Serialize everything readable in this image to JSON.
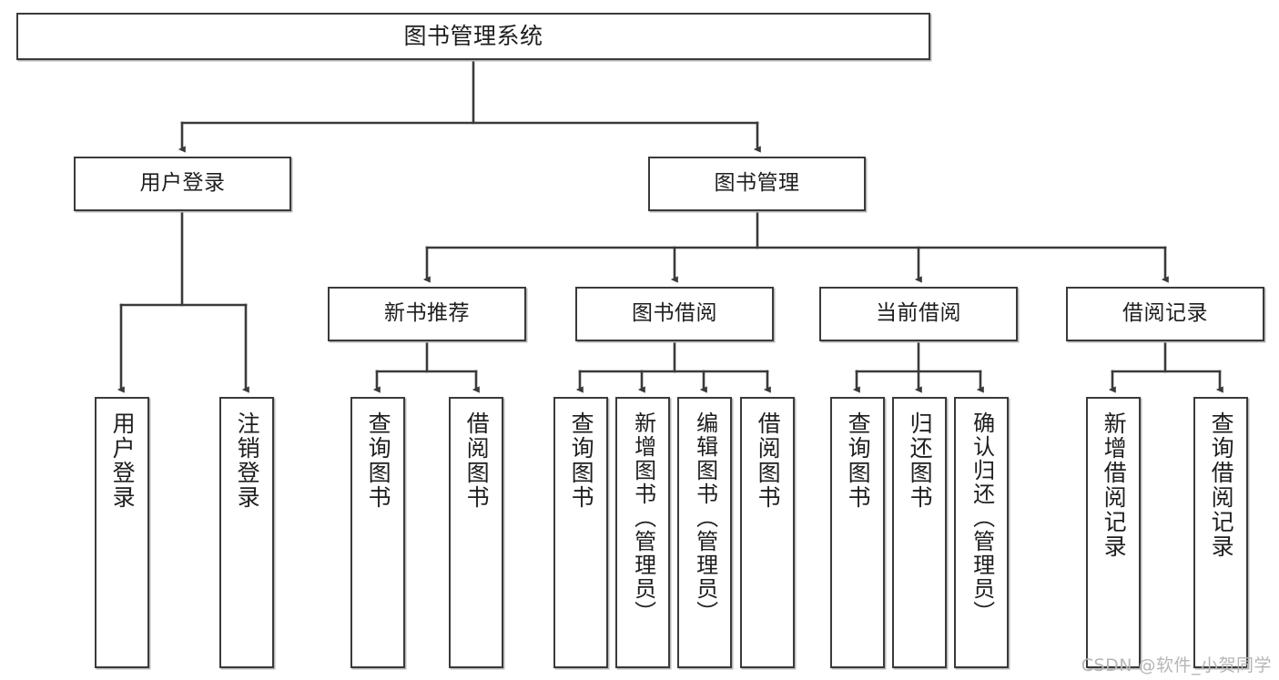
{
  "diagram": {
    "title": "图书管理系统",
    "type": "hierarchy-tree",
    "watermark": "CSDN @软件_小贺同学",
    "stroke_color": "#3a3a3a",
    "background_color": "#ffffff",
    "text_color": "#1e1e1e"
  },
  "nodes": {
    "root": {
      "label": "图书管理系统"
    },
    "level2": [
      {
        "label": "用户登录"
      },
      {
        "label": "图书管理"
      }
    ],
    "level3": [
      {
        "label": "新书推荐"
      },
      {
        "label": "图书借阅"
      },
      {
        "label": "当前借阅"
      },
      {
        "label": "借阅记录"
      }
    ],
    "leaves": {
      "user_login": [
        {
          "label": "用户登录"
        },
        {
          "label": "注销登录"
        }
      ],
      "new_book_recommend": [
        {
          "label": "查询图书"
        },
        {
          "label": "借阅图书"
        }
      ],
      "book_borrow": [
        {
          "label": "查询图书"
        },
        {
          "label": "新增图书（管理员）"
        },
        {
          "label": "编辑图书（管理员）"
        },
        {
          "label": "借阅图书"
        }
      ],
      "current_borrow": [
        {
          "label": "查询图书"
        },
        {
          "label": "归还图书"
        },
        {
          "label": "确认归还（管理员）"
        }
      ],
      "borrow_record": [
        {
          "label": "新增借阅记录"
        },
        {
          "label": "查询借阅记录"
        }
      ]
    }
  }
}
